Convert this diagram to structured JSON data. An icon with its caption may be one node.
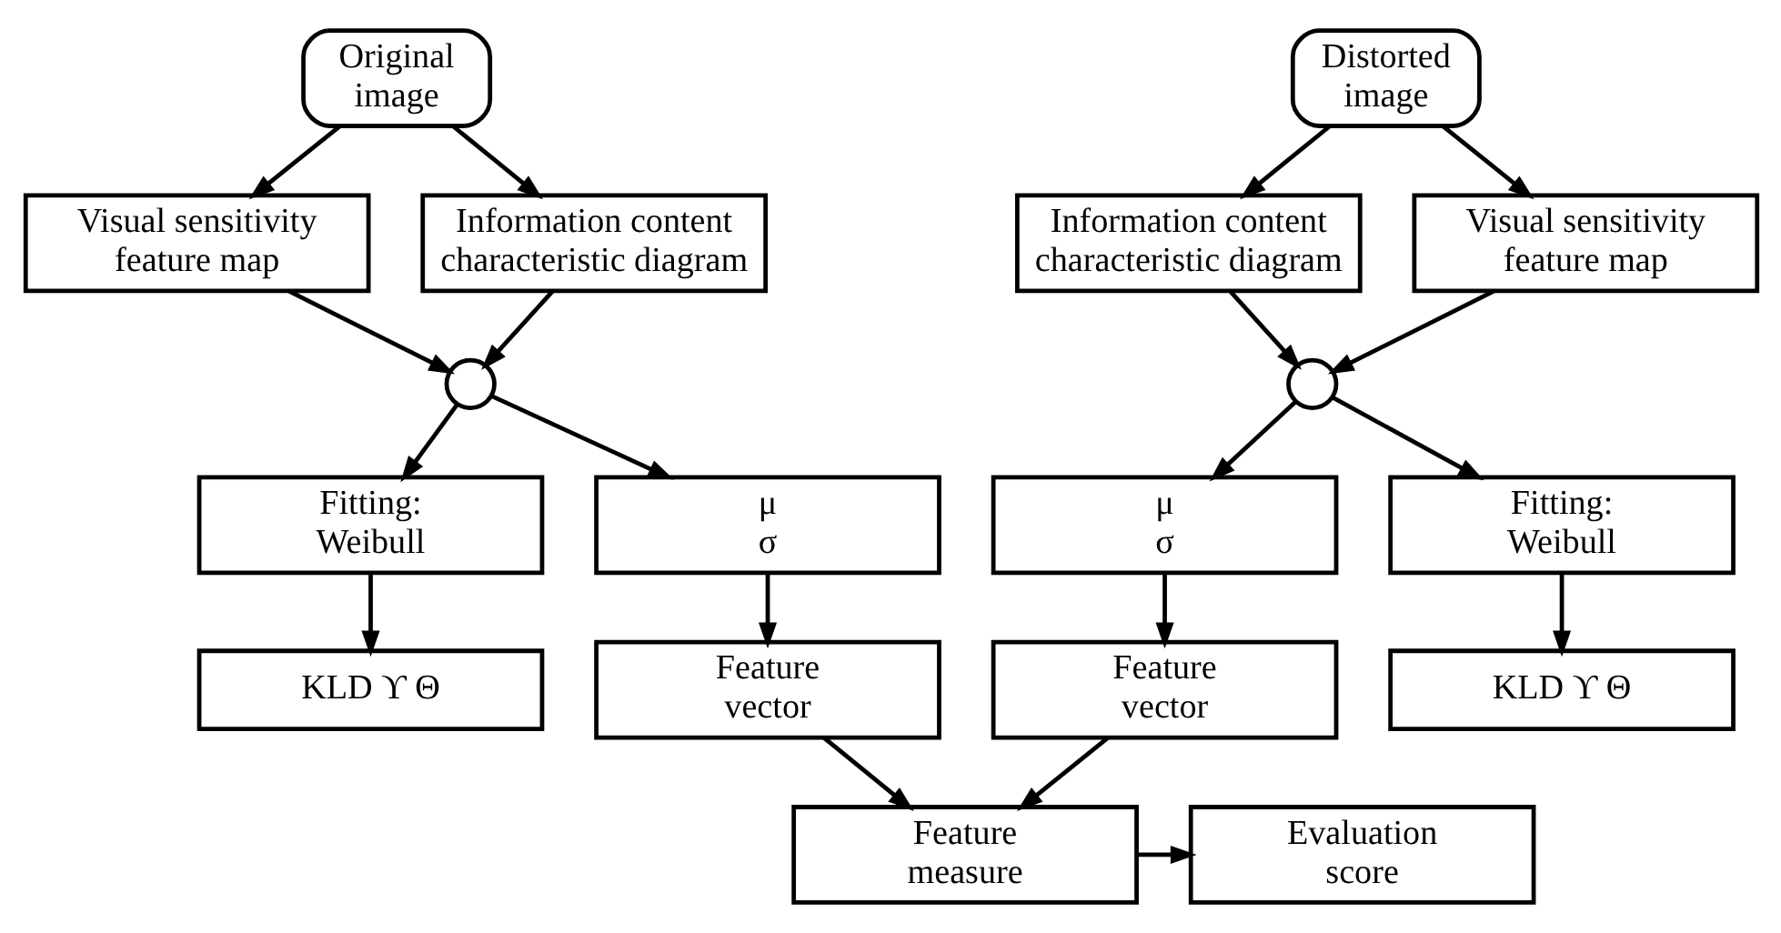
{
  "diagram": {
    "nodes": [
      {
        "text": [
          "Original image"
        ]
      },
      {
        "text": [
          "Visual sensitivity feature map"
        ]
      },
      {
        "text": [
          "Information content characteristic diagram"
        ]
      },
      {
        "text": [],
        "shape": "circle"
      },
      {
        "text": [
          "Fitting: Weibull"
        ]
      },
      {
        "text": [
          "μ σ"
        ]
      },
      {
        "text": [
          "KLD ϒ Θ"
        ]
      },
      {
        "text": [
          "Feature vector"
        ]
      },
      {
        "text": [
          "Distorted image"
        ]
      },
      {
        "text": [
          "Information content characteristic diagram"
        ]
      },
      {
        "text": [
          "Visual sensitivity feature map"
        ]
      },
      {
        "text": [],
        "shape": "circle"
      },
      {
        "text": [
          "μ σ"
        ]
      },
      {
        "text": [
          "Fitting: Weibull"
        ]
      },
      {
        "text": [
          "Feature vector"
        ]
      },
      {
        "text": [
          "KLD ϒ Θ"
        ]
      },
      {
        "text": [
          "Feature measure"
        ]
      },
      {
        "text": [
          "Evaluation score"
        ]
      }
    ],
    "edges": [
      {
        "from": 0,
        "to": 1,
        "arrow": "to"
      },
      {
        "from": 0,
        "to": 2,
        "arrow": "to"
      },
      {
        "from": 1,
        "to": 3,
        "arrow": "to"
      },
      {
        "from": 2,
        "to": 3,
        "arrow": "to"
      },
      {
        "from": 3,
        "to": 4,
        "arrow": "to"
      },
      {
        "from": 3,
        "to": 5,
        "arrow": "to"
      },
      {
        "from": 4,
        "to": 6,
        "arrow": "to"
      },
      {
        "from": 5,
        "to": 7,
        "arrow": "to"
      },
      {
        "from": 8,
        "to": 9,
        "arrow": "to"
      },
      {
        "from": 8,
        "to": 10,
        "arrow": "to"
      },
      {
        "from": 9,
        "to": 11,
        "arrow": "to"
      },
      {
        "from": 10,
        "to": 11,
        "arrow": "to"
      },
      {
        "from": 11,
        "to": 12,
        "arrow": "to"
      },
      {
        "from": 11,
        "to": 13,
        "arrow": "to"
      },
      {
        "from": 12,
        "to": 14,
        "arrow": "to"
      },
      {
        "from": 13,
        "to": 15,
        "arrow": "to"
      },
      {
        "from": 7,
        "to": 16,
        "arrow": "to"
      },
      {
        "from": 14,
        "to": 16,
        "arrow": "to"
      },
      {
        "from": 16,
        "to": 17,
        "arrow": "to"
      }
    ]
  }
}
